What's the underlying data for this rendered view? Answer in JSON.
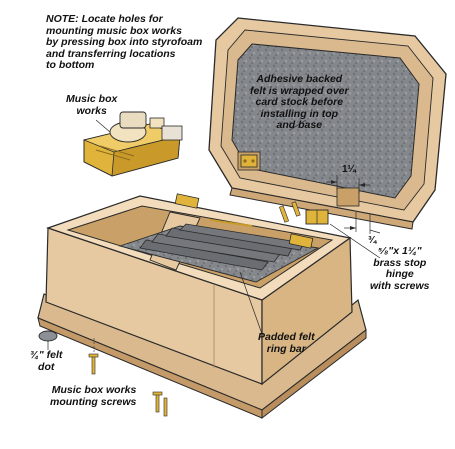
{
  "note": {
    "title": "NOTE:",
    "line1": "Locate holes for",
    "line2": "mounting music box works",
    "line3": "by pressing box into styrofoam",
    "line4": "and transferring locations",
    "line5": "to bottom"
  },
  "labels": {
    "music_box_works": [
      "Music box",
      "works"
    ],
    "felt_panel": [
      "Adhesive backed",
      "felt is wrapped over",
      "card stock before",
      "installing in top",
      "and base"
    ],
    "hinge": [
      "⁵⁄₈\"x 1¼\"",
      "brass stop",
      "hinge",
      "with screws"
    ],
    "ring_bar": [
      "Padded felt",
      "ring bar"
    ],
    "felt_dot": [
      "¾\" felt",
      "dot"
    ],
    "mounting_screws": [
      "Music box works",
      "mounting screws"
    ]
  },
  "dimensions": {
    "hinge_width": "1¼",
    "hinge_setback": "¾"
  },
  "colors": {
    "wood": "#e6c9a0",
    "wood_dark": "#cfa878",
    "wood_light": "#f2dcbb",
    "felt": "#7f8286",
    "felt_dark": "#5c5f63",
    "brass": "#e0b43a",
    "outline": "#2a2a2a"
  }
}
